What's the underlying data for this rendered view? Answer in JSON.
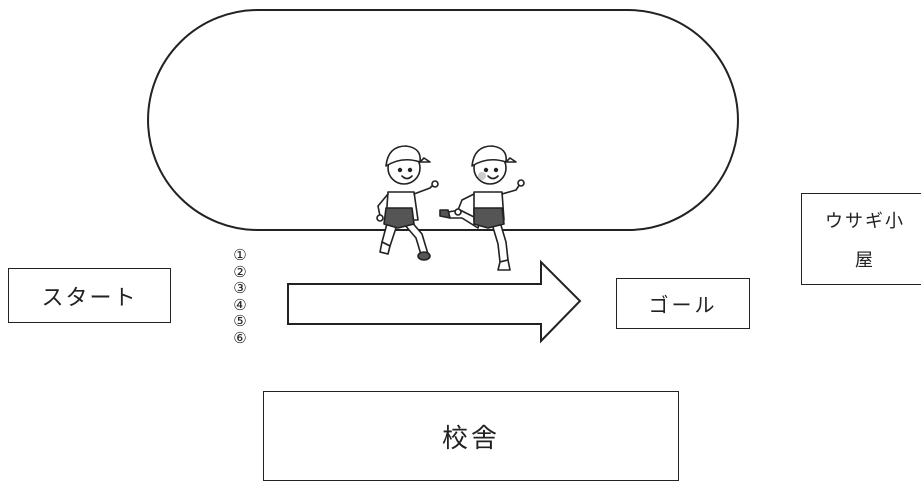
{
  "start_label": "スタート",
  "goal_label": "ゴール",
  "school_label": "校舎",
  "rabbit_hutch_label": [
    "ウサギ小",
    "屋"
  ],
  "lane_numbers": [
    "①",
    "②",
    "③",
    "④",
    "⑤",
    "⑥"
  ],
  "colors": {
    "line": "#222222",
    "background": "#ffffff",
    "shorts": "#555555",
    "cheek": "#cccccc"
  },
  "icons": [
    "running-child-icon",
    "running-child-icon",
    "right-arrow-icon"
  ]
}
